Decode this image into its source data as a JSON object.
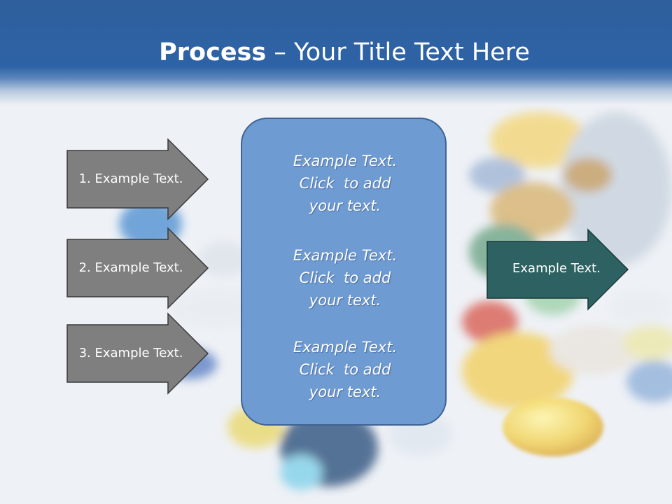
{
  "title": {
    "bold": "Process",
    "rest": " – Your Title Text Here"
  },
  "left_steps": [
    {
      "label": "1. Example Text."
    },
    {
      "label": "2. Example Text."
    },
    {
      "label": "3. Example Text."
    }
  ],
  "center_box": {
    "paragraphs": [
      {
        "lines": [
          "Example Text.",
          "Click  to add",
          "your text."
        ]
      },
      {
        "lines": [
          "Example Text.",
          "Click  to add",
          "your text."
        ]
      },
      {
        "lines": [
          "Example Text.",
          "Click  to add",
          "your text."
        ]
      }
    ]
  },
  "right_arrow": {
    "label": "Example Text."
  },
  "colors": {
    "header_blue": "#2d63a6",
    "step_arrow_fill": "#7f7f7f",
    "center_box_fill": "#6e9bd2",
    "result_arrow_fill": "#2e6262"
  }
}
